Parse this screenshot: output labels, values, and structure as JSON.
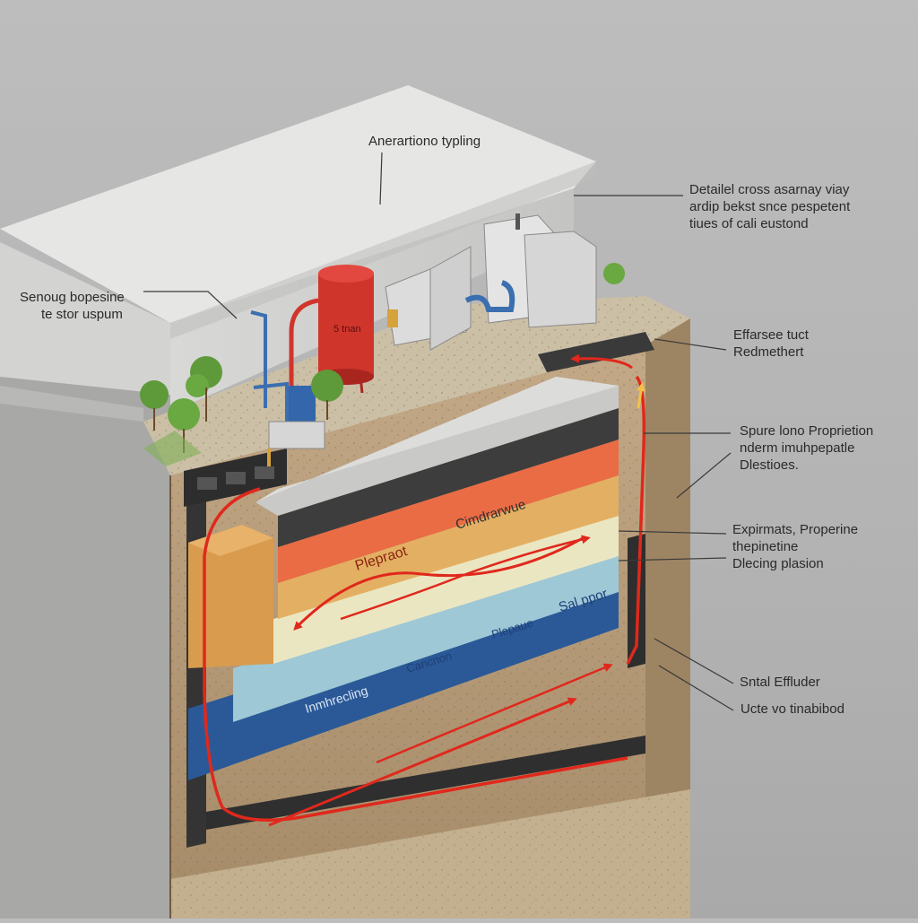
{
  "callouts": {
    "top": "Anerartiono typling",
    "detail": [
      "Detailel cross asarnay viay",
      "ardip bekst snce pespetent",
      "tiues of cali eustond"
    ],
    "sensing": [
      "Senoug bopesine",
      "te stor uspum"
    ],
    "exhaust": [
      "Effarsee tuct",
      "Redmethert"
    ],
    "spure": [
      "Spure lono Proprietion",
      "nderm imuhpepatle",
      "Dlestioes."
    ],
    "expirmats": [
      "Expirmats, Properine",
      "thepinetine",
      "Dlecing plasion"
    ],
    "sintal": "Sntal Effluder",
    "ucte": "Ucte vo tinabibod"
  },
  "layer_labels": {
    "cimdrarwue": "Cimdrarwue",
    "plepraot": "Plepraot",
    "salpper": "Sal ppor",
    "plepaue": "Plepaue",
    "cancnon": "Cancnon",
    "inmhrecling": "Inmhrecling"
  },
  "tank_label": "5 tnan",
  "colors": {
    "concrete": "#c9c9c7",
    "dark_band": "#3d3d3d",
    "orange": "#ea6c45",
    "yellow": "#e3b063",
    "cream": "#ebe6c2",
    "light_blue": "#9ec8d6",
    "blue": "#2f5d9c",
    "soil": "#b79c78",
    "tank_red": "#d0352c",
    "flow_arrow": "#e0281c",
    "vegetation": "#5f9a3a"
  }
}
